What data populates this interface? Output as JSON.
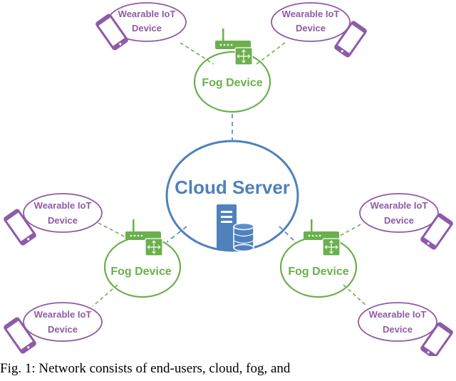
{
  "diagram": {
    "cloud": {
      "label": "Cloud Server",
      "icon": "server-database-icon"
    },
    "fog_nodes": [
      {
        "label": "Fog Device",
        "icon": "router-icon"
      },
      {
        "label": "Fog Device",
        "icon": "router-icon"
      },
      {
        "label": "Fog Device",
        "icon": "router-icon"
      }
    ],
    "wearables": [
      {
        "line1": "Wearable IoT",
        "line2": "Device",
        "icon": "phone-icon"
      },
      {
        "line1": "Wearable IoT",
        "line2": "Device",
        "icon": "phone-icon"
      },
      {
        "line1": "Wearable IoT",
        "line2": "Device",
        "icon": "phone-icon"
      },
      {
        "line1": "Wearable IoT",
        "line2": "Device",
        "icon": "phone-icon"
      },
      {
        "line1": "Wearable IoT",
        "line2": "Device",
        "icon": "phone-icon"
      },
      {
        "line1": "Wearable IoT",
        "line2": "Device",
        "icon": "phone-icon"
      }
    ],
    "colors": {
      "cloud": "#4f81bd",
      "fog": "#6ab04c",
      "wearable": "#8e5ba8",
      "server_dark": "#385d8a"
    }
  },
  "caption": {
    "text": "Fig. 1: Network consists of end-users, cloud, fog, and"
  }
}
